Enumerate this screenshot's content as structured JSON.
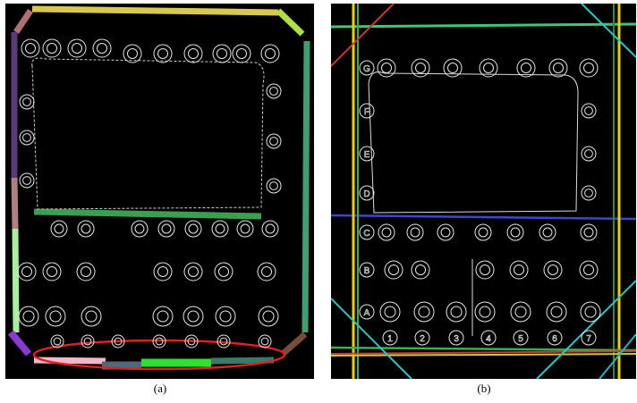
{
  "captions": {
    "a": "(a)",
    "b": "(b)"
  },
  "panel_b": {
    "row_labels": [
      "G",
      "F",
      "E",
      "D",
      "C",
      "B",
      "A"
    ],
    "column_labels": [
      "1",
      "2",
      "3",
      "4",
      "5",
      "6",
      "7"
    ]
  },
  "colors": {
    "background": "#000000",
    "contour": "#e6e6e6",
    "highlight_ellipse": "#e02020",
    "line_green": "#3cc878",
    "line_blue": "#3c46d2",
    "line_yellow": "#e6d200",
    "line_cyan": "#28c8c8",
    "line_red": "#c83c28"
  }
}
